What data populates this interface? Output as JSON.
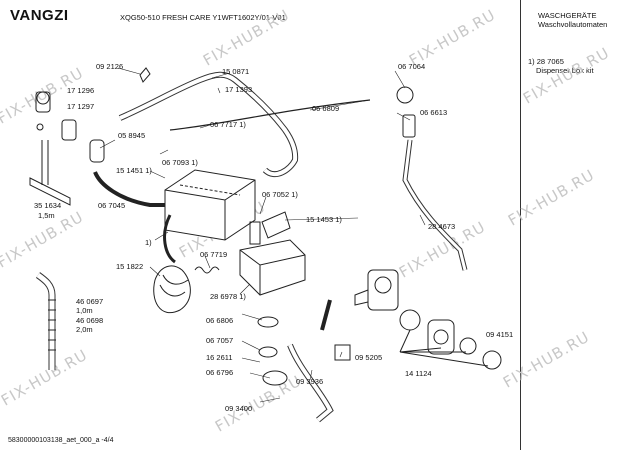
{
  "header": {
    "brand": "VANGZI",
    "model": "XQG50-510 FRESH CARE Y1WFT1602Y/01-V01",
    "category_line1": "WASCHGERÄTE",
    "category_line2": "Waschvollautomaten"
  },
  "legend": {
    "line1": "1)  28 7065",
    "line2": "Dispenser box kit"
  },
  "footer": {
    "doc_id": "58300000103138_aet_000_a  -4/4"
  },
  "watermark": {
    "text": "FIX-HUB.RU"
  },
  "parts": [
    {
      "id": "p_092126",
      "label": "09 2126"
    },
    {
      "id": "p_150871",
      "label": "15 0871"
    },
    {
      "id": "p_171296",
      "label": "17 1296"
    },
    {
      "id": "p_171297",
      "label": "17 1297"
    },
    {
      "id": "p_171393",
      "label": "17 1393"
    },
    {
      "id": "p_066809",
      "label": "06 6809"
    },
    {
      "id": "p_067064",
      "label": "06 7064"
    },
    {
      "id": "p_066613",
      "label": "06 6613"
    },
    {
      "id": "p_058945",
      "label": "05 8945"
    },
    {
      "id": "p_067717",
      "label": "06 7717 1)"
    },
    {
      "id": "p_067093",
      "label": "06 7093 1)"
    },
    {
      "id": "p_151451",
      "label": "15 1451 1)"
    },
    {
      "id": "p_351634",
      "label": "35 1634"
    },
    {
      "id": "p_15m",
      "label": "1,5m"
    },
    {
      "id": "p_067045",
      "label": "06 7045"
    },
    {
      "id": "p_067052",
      "label": "06 7052 1)"
    },
    {
      "id": "p_151453",
      "label": "15 1453 1)"
    },
    {
      "id": "p_284673",
      "label": "28 4673"
    },
    {
      "id": "p_1paren",
      "label": "1)"
    },
    {
      "id": "p_151822",
      "label": "15 1822"
    },
    {
      "id": "p_067719",
      "label": "06 7719"
    },
    {
      "id": "p_286978",
      "label": "28 6978 1)"
    },
    {
      "id": "p_460697",
      "label": "46 0697"
    },
    {
      "id": "p_10m",
      "label": "1,0m"
    },
    {
      "id": "p_460698",
      "label": "46 0698"
    },
    {
      "id": "p_20m",
      "label": "2,0m"
    },
    {
      "id": "p_066806",
      "label": "06 6806"
    },
    {
      "id": "p_067057",
      "label": "06 7057"
    },
    {
      "id": "p_162611",
      "label": "16 2611"
    },
    {
      "id": "p_066796",
      "label": "06 6796"
    },
    {
      "id": "p_095205",
      "label": "09 5205"
    },
    {
      "id": "p_093936",
      "label": "09 3936"
    },
    {
      "id": "p_094151",
      "label": "09  4151"
    },
    {
      "id": "p_141124",
      "label": "14 1124"
    },
    {
      "id": "p_093400",
      "label": "09 3400"
    }
  ]
}
